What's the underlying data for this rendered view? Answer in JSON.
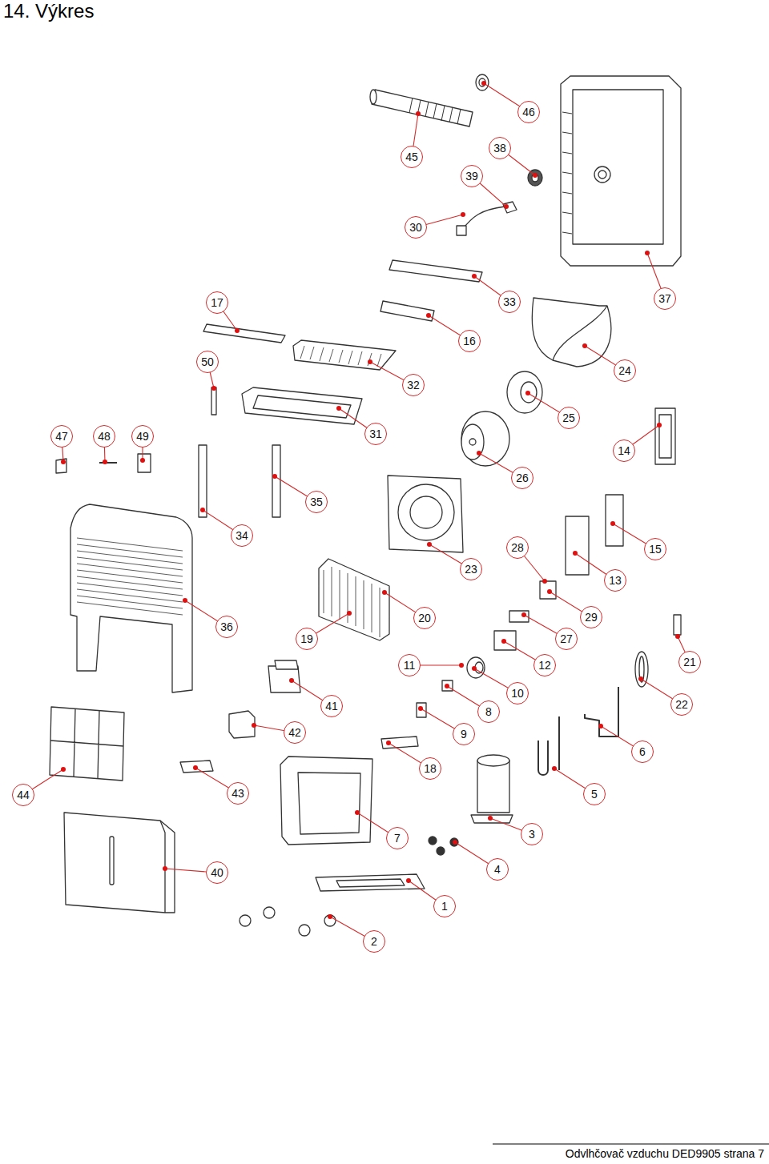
{
  "diagram": {
    "title": "14. Výkres",
    "caption": "Odvlhčovač vzduchu DED9905 strana 7",
    "nodes": [
      {
        "text": [
          "46"
        ]
      },
      {
        "text": [
          "38"
        ]
      },
      {
        "text": [
          "45"
        ]
      },
      {
        "text": [
          "39"
        ]
      },
      {
        "text": [
          "30"
        ]
      },
      {
        "text": [
          "37"
        ]
      },
      {
        "text": [
          "33"
        ]
      },
      {
        "text": [
          "17"
        ]
      },
      {
        "text": [
          "16"
        ]
      },
      {
        "text": [
          "50"
        ]
      },
      {
        "text": [
          "24"
        ]
      },
      {
        "text": [
          "32"
        ]
      },
      {
        "text": [
          "25"
        ]
      },
      {
        "text": [
          "31"
        ]
      },
      {
        "text": [
          "47"
        ]
      },
      {
        "text": [
          "48"
        ]
      },
      {
        "text": [
          "49"
        ]
      },
      {
        "text": [
          "14"
        ]
      },
      {
        "text": [
          "26"
        ]
      },
      {
        "text": [
          "35"
        ]
      },
      {
        "text": [
          "34"
        ]
      },
      {
        "text": [
          "28"
        ]
      },
      {
        "text": [
          "15"
        ]
      },
      {
        "text": [
          "23"
        ]
      },
      {
        "text": [
          "13"
        ]
      },
      {
        "text": [
          "29"
        ]
      },
      {
        "text": [
          "20"
        ]
      },
      {
        "text": [
          "36"
        ]
      },
      {
        "text": [
          "19"
        ]
      },
      {
        "text": [
          "27"
        ]
      },
      {
        "text": [
          "21"
        ]
      },
      {
        "text": [
          "11"
        ]
      },
      {
        "text": [
          "12"
        ]
      },
      {
        "text": [
          "10"
        ]
      },
      {
        "text": [
          "22"
        ]
      },
      {
        "text": [
          "41"
        ]
      },
      {
        "text": [
          "8"
        ]
      },
      {
        "text": [
          "42"
        ]
      },
      {
        "text": [
          "9"
        ]
      },
      {
        "text": [
          "6"
        ]
      },
      {
        "text": [
          "18"
        ]
      },
      {
        "text": [
          "43"
        ]
      },
      {
        "text": [
          "44"
        ]
      },
      {
        "text": [
          "5"
        ]
      },
      {
        "text": [
          "3"
        ]
      },
      {
        "text": [
          "7"
        ]
      },
      {
        "text": [
          "40"
        ]
      },
      {
        "text": [
          "4"
        ]
      },
      {
        "text": [
          "1"
        ]
      },
      {
        "text": [
          "2"
        ]
      }
    ]
  }
}
